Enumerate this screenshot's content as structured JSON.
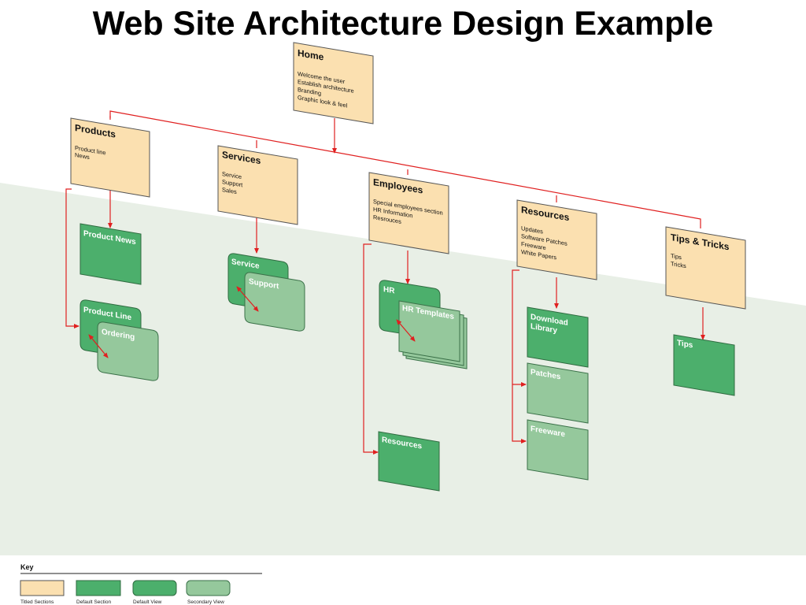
{
  "title": "Web Site Architecture Design Example",
  "colors": {
    "titled_section": "#fbe0b0",
    "default_section": "#4caf6c",
    "secondary_view": "#95c89c",
    "connector": "#e02020",
    "band": "#e8efe6"
  },
  "titled_sections": {
    "home": {
      "title": "Home",
      "lines": [
        "Welcome the user",
        "Establish architecture",
        "Branding",
        "Graphic look & feel"
      ]
    },
    "products": {
      "title": "Products",
      "lines": [
        "Product line",
        "News"
      ]
    },
    "services": {
      "title": "Services",
      "lines": [
        "Service",
        "Support",
        "Sales"
      ]
    },
    "employees": {
      "title": "Employees",
      "lines": [
        "Special employees section",
        "HR Information",
        "Resrouces"
      ]
    },
    "resources": {
      "title": "Resources",
      "lines": [
        "Updates",
        "Software Patches",
        "Freeware",
        "White Papers"
      ]
    },
    "tips": {
      "title": "Tips & Tricks",
      "lines": [
        "Tips",
        "Tricks"
      ]
    }
  },
  "pages": {
    "product_news": "Product News",
    "product_line": "Product Line",
    "ordering": "Ordering",
    "service": "Service",
    "support": "Support",
    "hr": "HR",
    "hr_templates": "HR Templates",
    "emp_resources": "Resources",
    "download_library": [
      "Download",
      "Library"
    ],
    "patches": "Patches",
    "freeware": "Freeware",
    "tips_page": "Tips"
  },
  "key": {
    "heading": "Key",
    "items": [
      "Titled Sections",
      "Default Section",
      "Default View",
      "Secondary View"
    ]
  }
}
